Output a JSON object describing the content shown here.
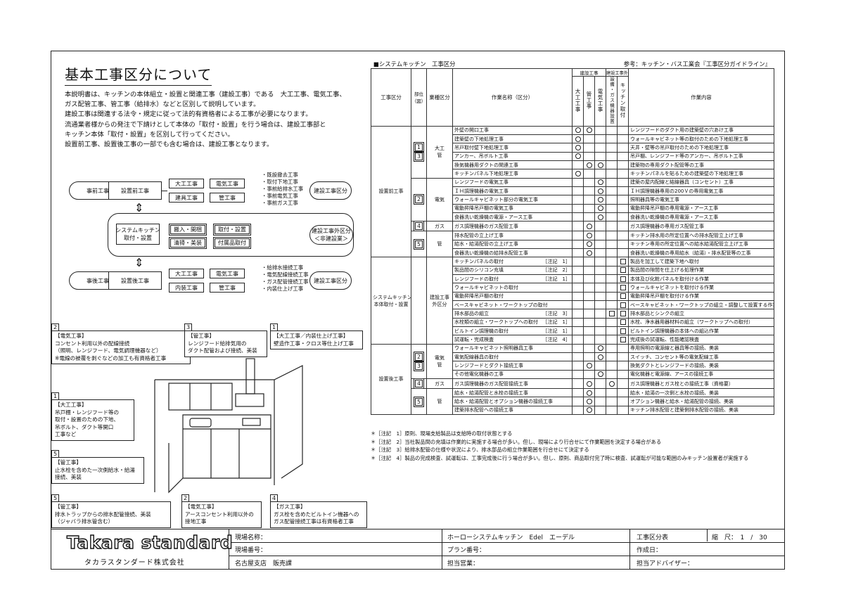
{
  "title": "基本工事区分について",
  "intro": [
    "本説明書は、キッチンの本体組立・設置と関連工事（建設工事）である　大工工事、電気工事、",
    "ガス配管工事、管工事（給排水）などと区別して説明しています。",
    "建設工事は関連する法令・規定に従って法的有資格者による工事が必要になります。",
    "流通業者様からの発注で下請けとして本体の「取付・設置」を行う場合は、建設工事部と",
    "キッチン本体「取付・設置」を区別して行ってください。",
    "設置前工事、設置後工事の一部でも含む場合は、建設工事となります。"
  ],
  "flow": {
    "pre_label": "事前工事",
    "pre_setup": "設置前工事",
    "pre_works": [
      "大工工事",
      "電気工事",
      "建具工事",
      "管工事"
    ],
    "pre_list": "・既設撤去工事\n・取付下地工事\n・事前給排水工事\n・事前電気工事\n・事前ガス工事",
    "pre_cat": "建設工事区分",
    "mid_label": "システムキッチン\n取付・設置",
    "mid_works": [
      "搬入・開梱",
      "取付・設置",
      "清掃・美装",
      "付属品取付"
    ],
    "mid_cat": "建設工事外区分\n＜非建設業＞",
    "post_label": "事後工事",
    "post_setup": "設置後工事",
    "post_works": [
      "大工工事",
      "電気工事",
      "内装工事",
      "管工事"
    ],
    "post_list": "・給排水接続工事\n・電気配線接続工事\n・ガス配管接続工事\n・内装仕上げ工事",
    "post_cat": "建設工事区分"
  },
  "notes": [
    {
      "num": "2",
      "text": "【電気工事】\nコンセント利用以外の配線接続\n（照明、レンジフード、電気調理機器など）\n※電線の被覆を剥ぐなどの加工も有資格者工事"
    },
    {
      "num": "3",
      "text": "【管工事】\nレンジフード給排気用の\nダクト配管および接続、美装"
    },
    {
      "num": "1",
      "text": "【大工工事／内装仕上げ工事】\n壁造作工事・クロス等仕上げ工事"
    },
    {
      "num": "1",
      "text": "【大工工事】\n吊戸棚・レンジフード等の\n取付・設置のための下地、\n吊ボルト、ダクト等開口\n工事など"
    },
    {
      "num": "5",
      "text": "【管工事】\n止水栓を含めた一次側給水・給湯\n接続、美装"
    },
    {
      "num": "5",
      "text": "【管工事】\n排水トラップからの排水配管接続、美装\n（ジャバラ排水管含む）"
    },
    {
      "num": "2",
      "text": "【電気工事】\nアースコンセント利用以外の\n接地工事"
    },
    {
      "num": "4",
      "text": "【ガス工事】\nガス栓を含めたビルトイン機器への\nガス配管接続工事は有資格者工事"
    }
  ],
  "table": {
    "header_left": "■システムキッチン　工事区分",
    "header_right": "参考：キッチン・バス工業会『工事区分ガイドライン』",
    "col_headers": {
      "kubun": "工事区分",
      "bui": "部位\n（図）",
      "gyoshu": "業種区分",
      "sagyo": "作業名称（区分）",
      "kensetsu": "建設工事",
      "gai": "建設工事外",
      "daiku": "大工工事",
      "kan": "管工事",
      "denki": "電気工事",
      "gas": "設備・ガス機器設置",
      "torituke": "キッチン取付",
      "naiyo": "作業内容"
    },
    "groups": [
      {
        "label": "設置前工事",
        "rows": [
          {
            "part": "1|3",
            "trade": "大工\n管",
            "name": "外壁の開口工事",
            "note": "",
            "m": [
              1,
              1,
              0,
              0,
              0
            ],
            "desc": "レンジフードのダクト用の建築壁の穴あけ工事"
          },
          {
            "part": "",
            "trade": "",
            "name": "建築壁の下地処理工事",
            "note": "",
            "m": [
              1,
              0,
              0,
              0,
              0
            ],
            "desc": "ウォールキャビネット等の取付のための下地処理工事"
          },
          {
            "part": "",
            "trade": "",
            "name": "吊戸取付壁下地処理工事",
            "note": "",
            "m": [
              1,
              0,
              0,
              0,
              0
            ],
            "desc": "天井・壁等の吊戸取付のための下地処理工事"
          },
          {
            "part": "",
            "trade": "",
            "name": "アンカー、吊ボルト工事",
            "note": "",
            "m": [
              1,
              0,
              0,
              0,
              0
            ],
            "desc": "吊戸棚、レンジフード等のアンカー、吊ボルト工事"
          },
          {
            "part": "",
            "trade": "",
            "name": "換気機器用ダクトの関連工事",
            "note": "",
            "m": [
              0,
              1,
              1,
              0,
              0
            ],
            "desc": "建築物の専用ダクト配管等の工事"
          },
          {
            "part": "",
            "trade": "",
            "name": "キッチンパネル下地処理工事",
            "note": "",
            "m": [
              1,
              0,
              0,
              0,
              0
            ],
            "desc": "キッチンパネルを貼るための建築壁の下地処理工事"
          },
          {
            "part": "2",
            "trade": "電気",
            "name": "レンジフードの電気工事",
            "note": "",
            "m": [
              0,
              0,
              1,
              0,
              0
            ],
            "desc": "建築の屋内配線と結線器具（コンセント）工事"
          },
          {
            "part": "",
            "trade": "",
            "name": "ＩＨ調理機器の電気工事",
            "note": "",
            "m": [
              0,
              0,
              1,
              0,
              0
            ],
            "desc": "ＩＨ調理機器専用の200Ｖの専用電気工事"
          },
          {
            "part": "",
            "trade": "",
            "name": "ウォールキャビネット部分の電気工事",
            "note": "",
            "m": [
              0,
              0,
              1,
              0,
              0
            ],
            "desc": "照明器具等の電気工事"
          },
          {
            "part": "",
            "trade": "",
            "name": "電動昇降吊戸棚の電気工事",
            "note": "",
            "m": [
              0,
              0,
              1,
              0,
              0
            ],
            "desc": "電動昇降吊戸棚の専用電源・アース工事"
          },
          {
            "part": "",
            "trade": "",
            "name": "食器洗い乾燥機の電源・アース工事",
            "note": "",
            "m": [
              0,
              0,
              1,
              0,
              0
            ],
            "desc": "食器洗い乾燥機の専用電源・アース工事"
          },
          {
            "part": "4",
            "trade": "ガス",
            "name": "ガス調理機器のガス配管工事",
            "note": "",
            "m": [
              0,
              1,
              0,
              0,
              0
            ],
            "desc": "ガス調理機器の専用ガス配管工事"
          },
          {
            "part": "5",
            "trade": "管",
            "name": "排水配管の立上げ工事",
            "note": "",
            "m": [
              0,
              1,
              0,
              0,
              0
            ],
            "desc": "キッチン排水用の所定位置への排水配管立上げ工事"
          },
          {
            "part": "",
            "trade": "",
            "name": "給水・給湯配管の立上げ工事",
            "note": "",
            "m": [
              0,
              1,
              0,
              0,
              0
            ],
            "desc": "キッチン専用の所定位置への給水給湯配管立上げ工事"
          },
          {
            "part": "",
            "trade": "",
            "name": "食器洗い乾燥機の給排水配管工事",
            "note": "",
            "m": [
              0,
              1,
              0,
              0,
              0
            ],
            "desc": "食器洗い乾燥機の専用給水（給湯）・排水配管等の工事"
          }
        ]
      },
      {
        "label": "システムキッチン\n本体取付・設置",
        "rows": [
          {
            "part": "",
            "trade": "建設工事\n外区分",
            "name": "キッチンパネルの取付",
            "note": "［注記　1］",
            "m": [
              0,
              0,
              0,
              0,
              1
            ],
            "desc": "製品を加工して建築下地へ取付"
          },
          {
            "part": "",
            "trade": "",
            "name": "製品間のシリコン充填",
            "note": "［注記　2］",
            "m": [
              0,
              0,
              0,
              0,
              1
            ],
            "desc": "製品間の隙間を仕上げる処理作業"
          },
          {
            "part": "",
            "trade": "",
            "name": "レンジフードの取付",
            "note": "［注記　1］",
            "m": [
              0,
              0,
              0,
              0,
              1
            ],
            "desc": "本体及び化粧パネルを取付ける作業"
          },
          {
            "part": "",
            "trade": "",
            "name": "ウォールキャビネットの取付",
            "note": "",
            "m": [
              0,
              0,
              0,
              0,
              1
            ],
            "desc": "ウォールキャビネットを取付ける作業"
          },
          {
            "part": "",
            "trade": "",
            "name": "電動昇降吊戸棚の取付",
            "note": "",
            "m": [
              0,
              0,
              0,
              0,
              1
            ],
            "desc": "電動昇降吊戸棚を取付ける作業"
          },
          {
            "part": "",
            "trade": "",
            "name": "ベースキャビネット・ワークトップの取付",
            "note": "",
            "m": [
              0,
              0,
              0,
              0,
              1
            ],
            "desc": "ベースキャビネット・ワークトップの組立・調整して設置する作業"
          },
          {
            "part": "",
            "trade": "",
            "name": "排水部品の組立",
            "note": "［注記　3］",
            "m": [
              0,
              0,
              0,
              1,
              1
            ],
            "desc": "排水部品とシンクの組立"
          },
          {
            "part": "",
            "trade": "",
            "name": "水栓類の組立・ワークトップへの取付",
            "note": "［注記　1］",
            "m": [
              0,
              0,
              0,
              0,
              1
            ],
            "desc": "水栓、浄水器用器材料の組立（ワークトップへの取付）"
          },
          {
            "part": "",
            "trade": "",
            "name": "ビルトイン調理機の取付",
            "note": "［注記　1］",
            "m": [
              0,
              0,
              0,
              0,
              1
            ],
            "desc": "ビルトイン調理機器の本体への組込作業"
          },
          {
            "part": "",
            "trade": "",
            "name": "試運転・完成検査",
            "note": "［注記　4］",
            "m": [
              0,
              0,
              0,
              0,
              1
            ],
            "desc": "完成後の試運転、性能確認検査"
          }
        ]
      },
      {
        "label": "設置後工事",
        "rows": [
          {
            "part": "2|3",
            "trade": "電気\n管",
            "name": "ウォールキャビネット照明器具工事",
            "note": "",
            "m": [
              0,
              0,
              1,
              0,
              0
            ],
            "desc": "専用照明の電源線と器具等の接続、美装"
          },
          {
            "part": "",
            "trade": "",
            "name": "電気配線器具の取付",
            "note": "",
            "m": [
              0,
              0,
              1,
              0,
              0
            ],
            "desc": "スイッチ、コンセント等の電気配線工事"
          },
          {
            "part": "",
            "trade": "",
            "name": "レンジフードとダクト接続工事",
            "note": "",
            "m": [
              0,
              1,
              0,
              0,
              0
            ],
            "desc": "換気ダクトとレンジフードの接続、美装"
          },
          {
            "part": "",
            "trade": "",
            "name": "その他電化機器の工事",
            "note": "",
            "m": [
              0,
              0,
              1,
              0,
              0
            ],
            "desc": "電化機器と電源線、アースの接続工事"
          },
          {
            "part": "4",
            "trade": "ガス",
            "name": "ガス調理機器のガス配管接続工事",
            "note": "",
            "m": [
              0,
              1,
              0,
              1,
              0
            ],
            "desc": "ガス調理機器とガス栓との接続工事（資格要）"
          },
          {
            "part": "5",
            "trade": "管",
            "name": "給水・給湯配管と水栓の接続工事",
            "note": "",
            "m": [
              0,
              1,
              0,
              0,
              0
            ],
            "desc": "給水・給湯の一次側と水栓の接続、美装"
          },
          {
            "part": "",
            "trade": "",
            "name": "給水・給湯配管とオプション機器の接続工事",
            "note": "",
            "m": [
              0,
              1,
              0,
              0,
              0
            ],
            "desc": "オプション機器と給水・給湯配管の接続、美装"
          },
          {
            "part": "",
            "trade": "",
            "name": "建築排水配管への接続工事",
            "note": "",
            "m": [
              0,
              1,
              0,
              0,
              0
            ],
            "desc": "キッチン排水配管と建築側排水配管の接続、美装"
          }
        ]
      }
    ]
  },
  "footnotes": "＊［注記　1］原則、現場支給製品は支給時の取付状態とする\n＊［注記　2］当社製品間の充填は作業的に実施する場合が多い。但し、現場により行合せにて作業範囲を決定する場合がある\n＊［注記　3］給排水配管の仕様や状況により、排水部品の組立作業範囲を行合せにて決定する\n＊［注記　4］製品の完成検査、試運転は、工事完成後に行う場合が多い。但し、原則、商品取付完了時に検査、試運転が可能な範囲のみキッチン設置者が実施する",
  "titleblock": {
    "brand": "Takara standard",
    "company": "タカラスタンダード株式会社",
    "site_name": "現場名称：",
    "site_no": "現場番号：",
    "branch": "名古屋支店　販売課",
    "product": "ホーローシステムキッチン　Edel　エーデル",
    "plan_no": "プラン番号：",
    "sales": "担当営業：",
    "doc_type": "工事区分表",
    "scale": "縮　尺：　1　/　30",
    "created": "作成日：",
    "advisor": "担当アドバイザー："
  }
}
